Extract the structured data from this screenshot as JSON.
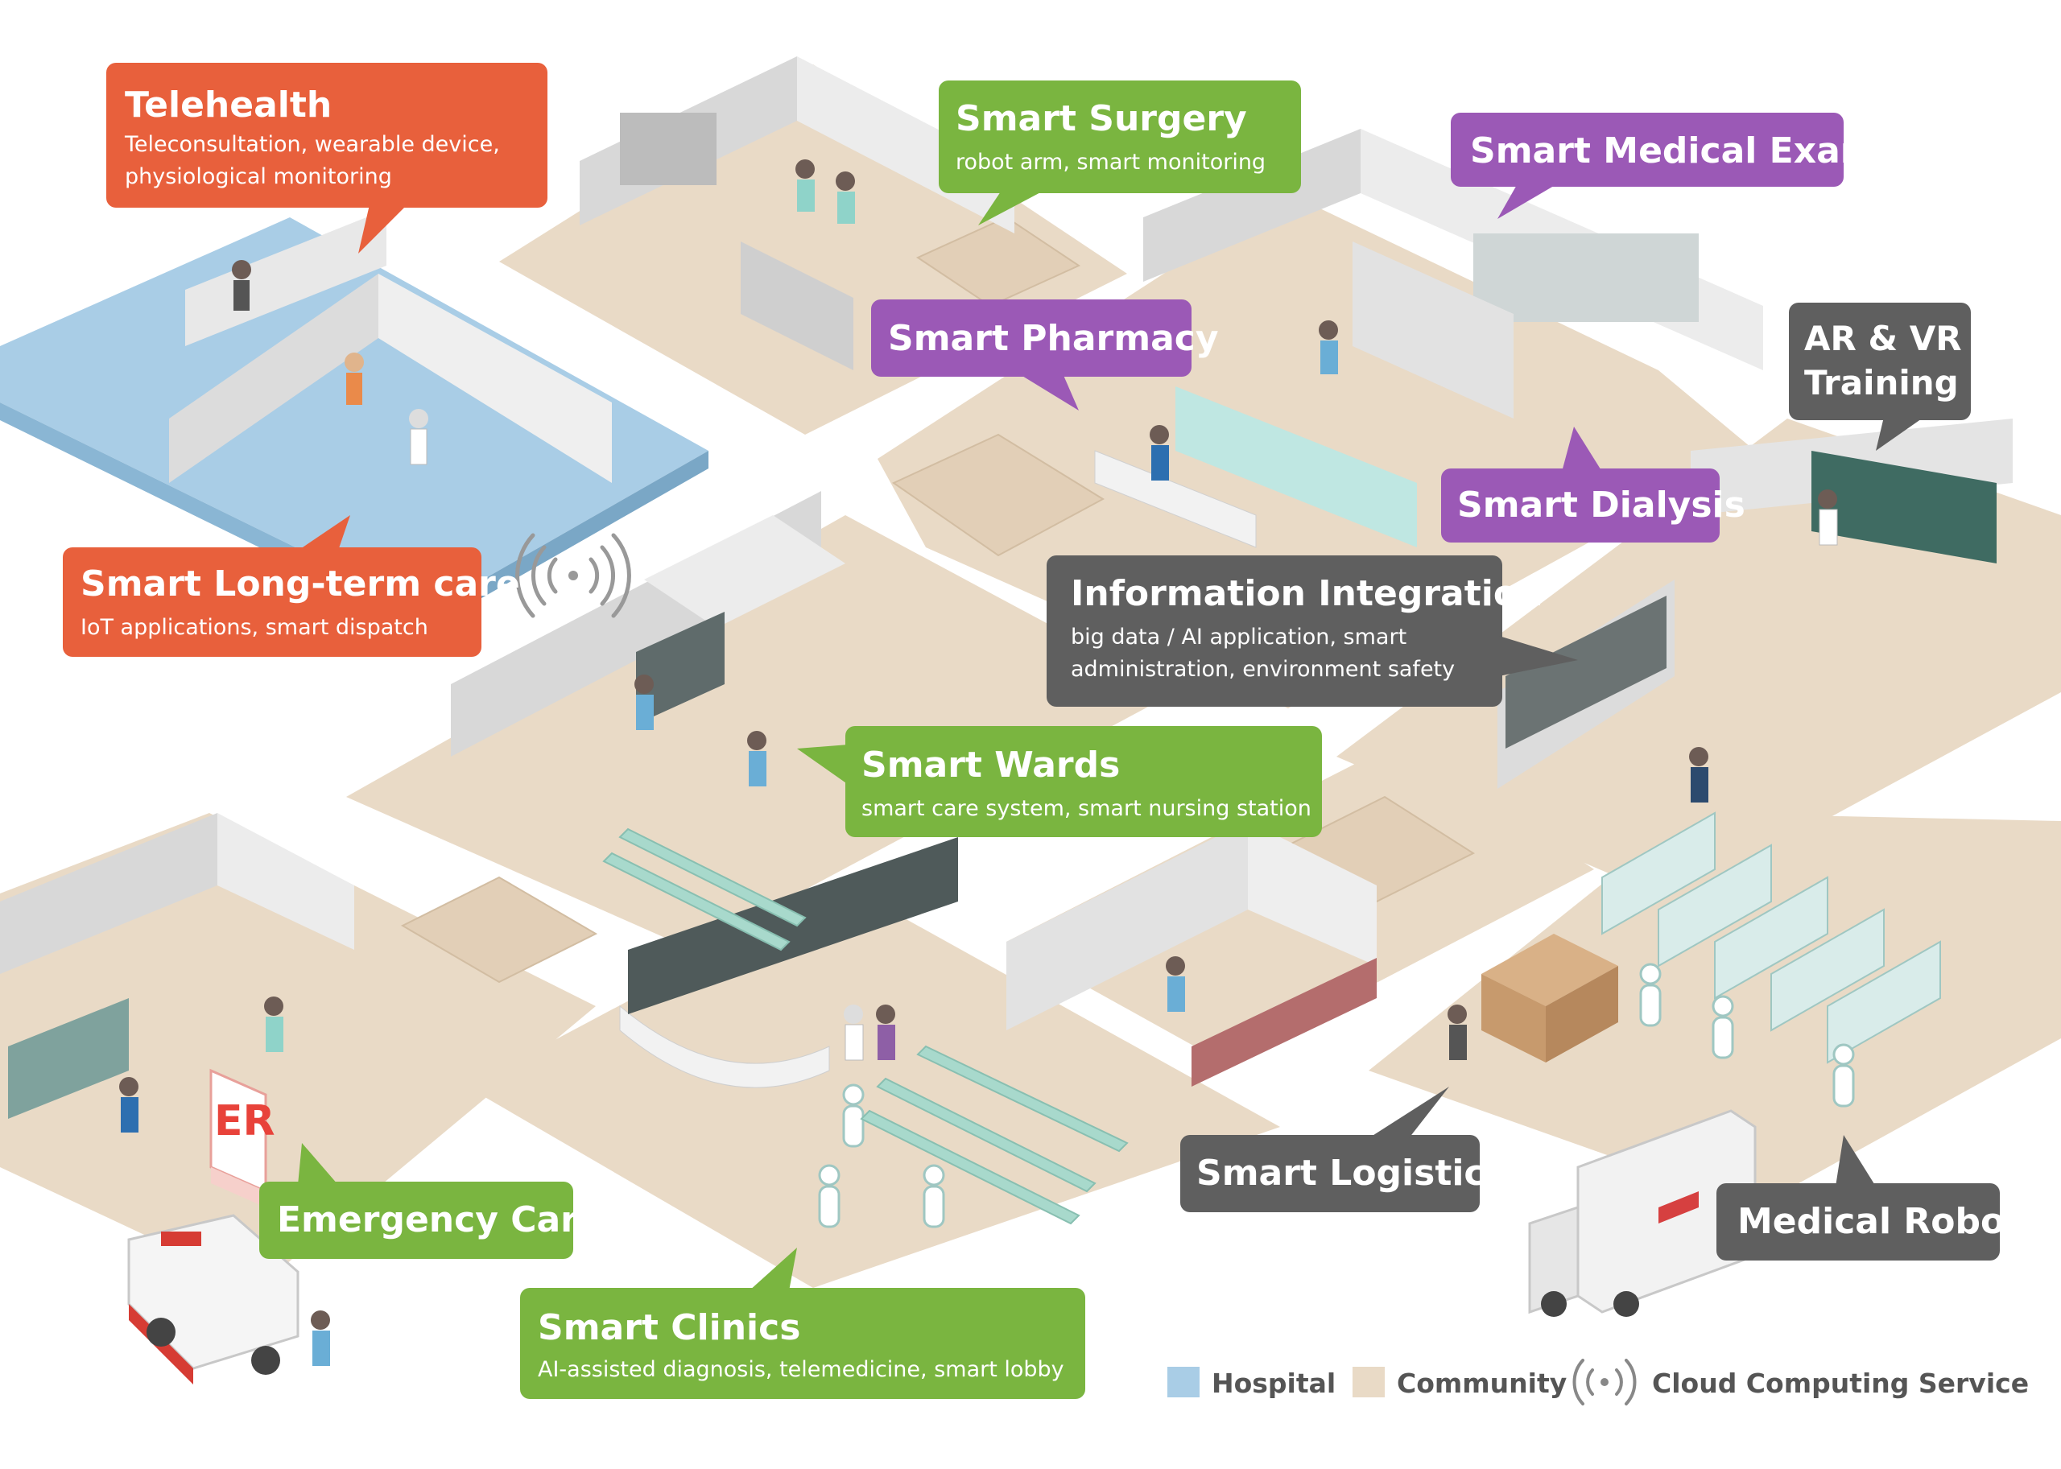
{
  "colors": {
    "hospital_floor": "#a9cde6",
    "community_floor": "#e9dac6",
    "orange": "#e8603c",
    "green": "#7ab540",
    "purple": "#9b59b6",
    "gray": "#5f5f5f",
    "wall": "#e4e4e4",
    "wall_shade": "#c9c9c9"
  },
  "callouts": {
    "telehealth": {
      "title": "Telehealth",
      "desc1": "Teleconsultation, wearable device,",
      "desc2": "physiological monitoring"
    },
    "surgery": {
      "title": "Smart Surgery",
      "desc1": "robot arm, smart monitoring"
    },
    "exam": {
      "title": "Smart Medical Exam"
    },
    "pharmacy": {
      "title": "Smart Pharmacy"
    },
    "arvr": {
      "line1": "AR & VR",
      "line2": "Training"
    },
    "dialysis": {
      "title": "Smart Dialysis"
    },
    "longterm": {
      "title": "Smart Long-term care",
      "desc1": "IoT applications, smart dispatch"
    },
    "info": {
      "title": "Information Integration",
      "desc1": "big data / AI application, smart",
      "desc2": "administration, environment safety"
    },
    "wards": {
      "title": "Smart Wards",
      "desc1": "smart care system, smart nursing station"
    },
    "logistics": {
      "title": "Smart Logistics"
    },
    "robot": {
      "title": "Medical Robot"
    },
    "emergency": {
      "title": "Emergency Care"
    },
    "clinics": {
      "title": "Smart Clinics",
      "desc1": "AI-assisted diagnosis, telemedicine, smart lobby"
    }
  },
  "er_sign": "ER",
  "legend": {
    "hospital": "Hospital",
    "community": "Community",
    "cloud": "Cloud Computing Service"
  }
}
